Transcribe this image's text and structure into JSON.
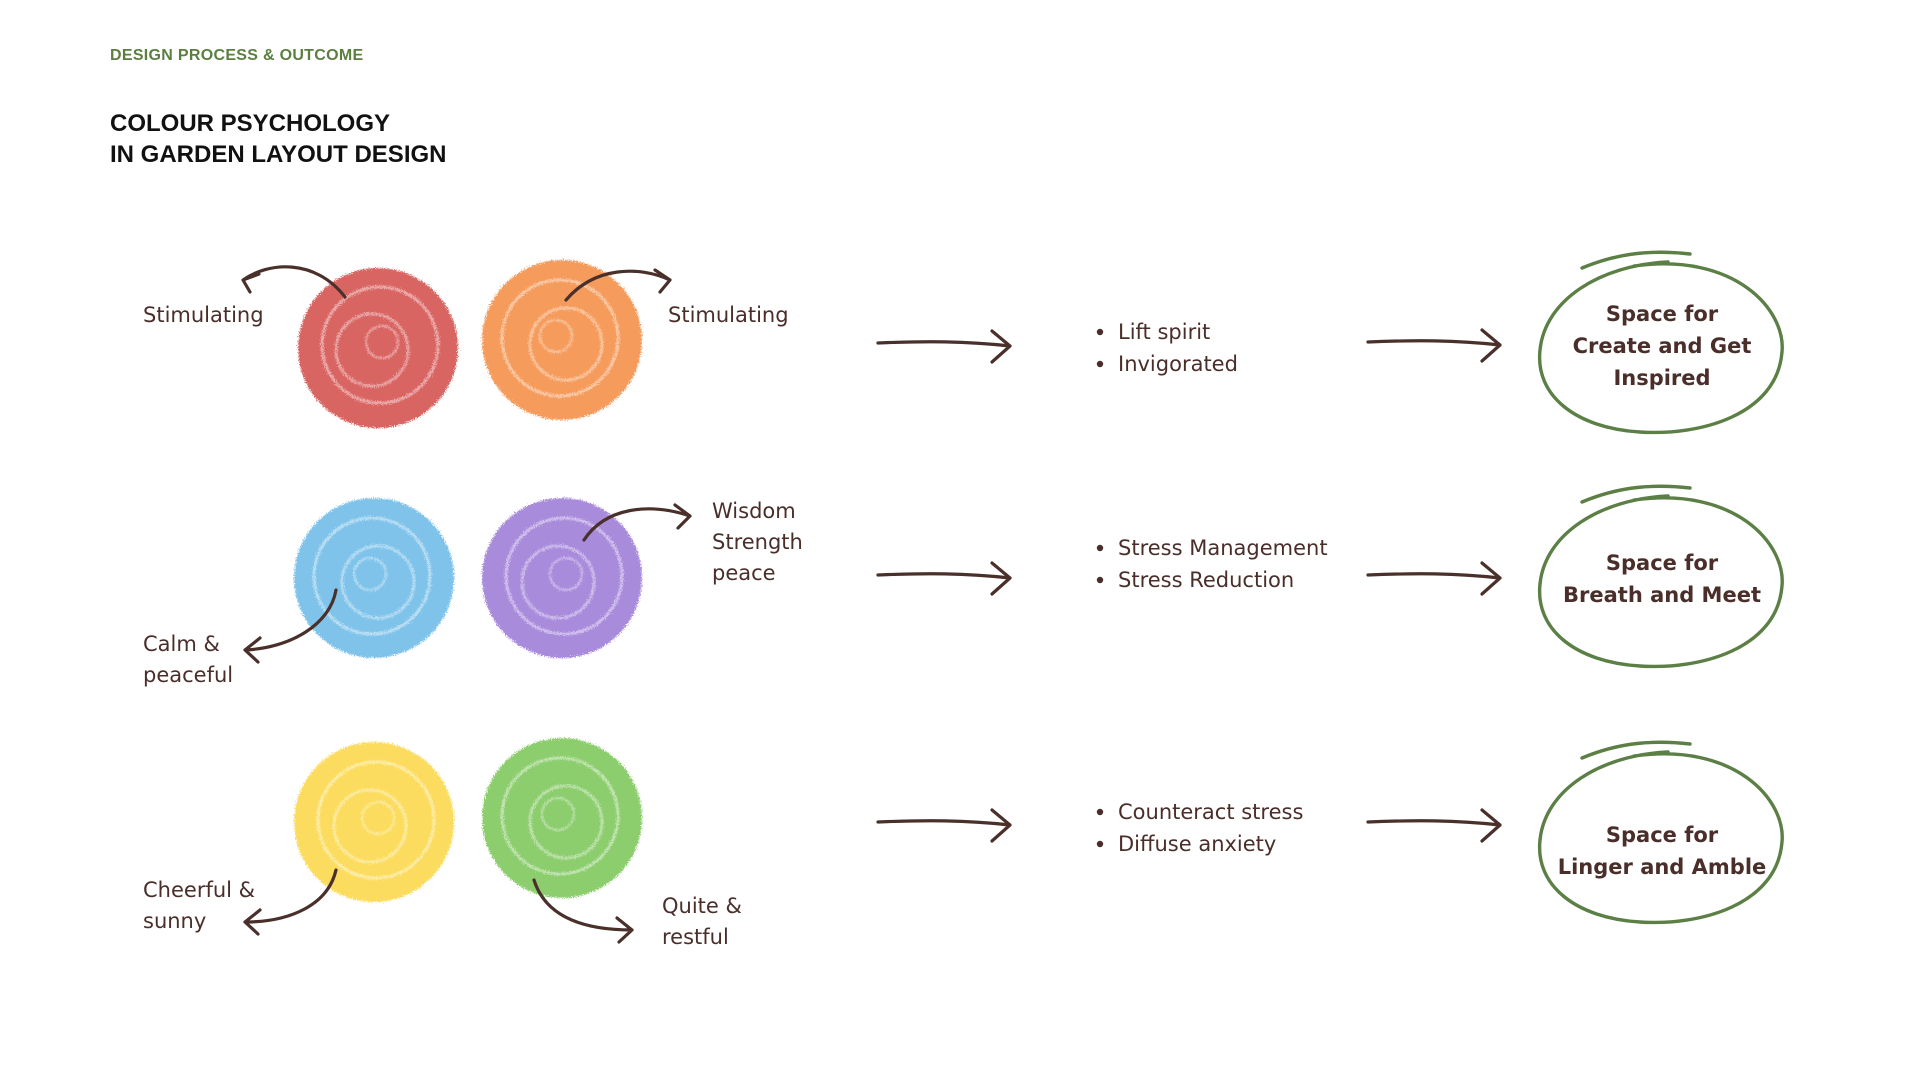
{
  "header": {
    "eyebrow": "DESIGN PROCESS & OUTCOME",
    "title_line1": "COLOUR PSYCHOLOGY",
    "title_line2": "IN GARDEN LAYOUT DESIGN"
  },
  "palette": {
    "arrow": "#4a302b",
    "text": "#4a2e2a",
    "accent_green": "#5b7f45",
    "eyebrow_green": "#5a7f3f"
  },
  "rows": [
    {
      "colours": [
        {
          "name": "red",
          "hex": "#d24a48",
          "label": [
            "Stimulating"
          ]
        },
        {
          "name": "orange",
          "hex": "#f38a3e",
          "label": [
            "Stimulating"
          ]
        }
      ],
      "effects": [
        "Lift spirit",
        "Invigorated"
      ],
      "outcome": [
        "Space for",
        "Create and Get",
        "Inspired"
      ]
    },
    {
      "colours": [
        {
          "name": "blue",
          "hex": "#6ab8e6",
          "label": [
            "Calm &",
            "peaceful"
          ]
        },
        {
          "name": "purple",
          "hex": "#9a77d6",
          "label": [
            "Wisdom",
            "Strength",
            "peace"
          ]
        }
      ],
      "effects": [
        "Stress Management",
        "Stress Reduction"
      ],
      "outcome": [
        "Space for",
        "Breath and Meet"
      ]
    },
    {
      "colours": [
        {
          "name": "yellow",
          "hex": "#fbd84d",
          "label": [
            "Cheerful &",
            "sunny"
          ]
        },
        {
          "name": "green",
          "hex": "#7cc65a",
          "label": [
            "Quite &",
            "restful"
          ]
        }
      ],
      "effects": [
        "Counteract stress",
        "Diffuse anxiety"
      ],
      "outcome": [
        "Space for",
        "Linger and Amble"
      ]
    }
  ]
}
